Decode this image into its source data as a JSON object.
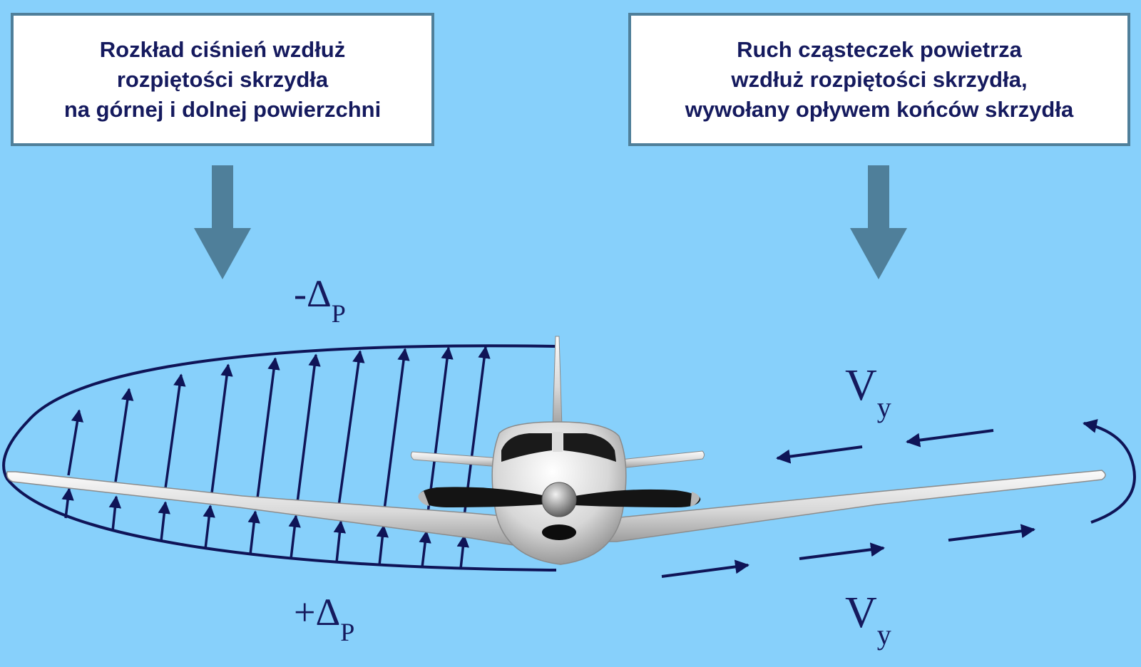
{
  "left_box": {
    "lines": [
      "Rozkład ciśnień wzdłuż",
      "rozpiętości skrzydła",
      "na górnej i dolnej powierzchni"
    ]
  },
  "right_box": {
    "lines": [
      "Ruch cząsteczek powietrza",
      "wzdłuż rozpiętości skrzydła,",
      "wywołany opływem końców skrzydła"
    ]
  },
  "labels": {
    "upper_pressure": {
      "main": "-Δ",
      "sub": "P"
    },
    "lower_pressure": {
      "main": "+Δ",
      "sub": "P"
    },
    "upper_velocity": {
      "main": "V",
      "sub": "y"
    },
    "lower_velocity": {
      "main": "V",
      "sub": "y"
    }
  },
  "colors": {
    "background": "#87d0fb",
    "box_border": "#4f7f9a",
    "pointer_arrow": "#4f7f9a",
    "text": "#151a5e",
    "curve": "#0f1457"
  }
}
